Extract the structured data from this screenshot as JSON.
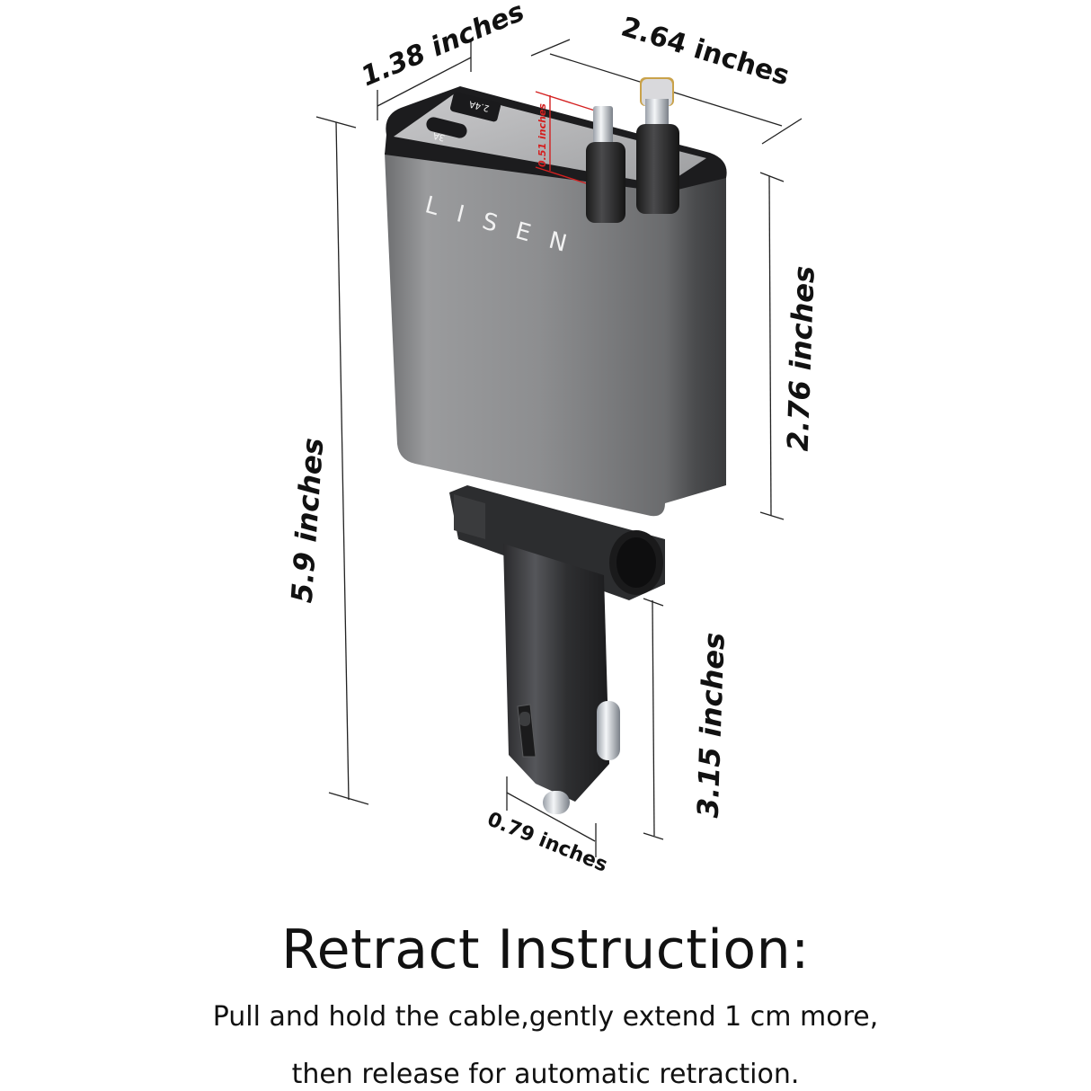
{
  "product": {
    "brand": "LISEN",
    "ports": [
      {
        "type": "USB-A",
        "label": "2.4A"
      },
      {
        "type": "USB-C",
        "label": "3A"
      }
    ],
    "cables": [
      "Lightning",
      "USB-C"
    ]
  },
  "dimensions": {
    "depth": "1.38 inches",
    "width": "2.64 inches",
    "total_height": "5.9 inches",
    "body_height": "2.76 inches",
    "plug_length": "3.15 inches",
    "plug_diameter": "0.79 inches",
    "cable_head": "0.51 inches"
  },
  "instructions": {
    "heading": "Retract Instruction:",
    "line1": "Pull and hold the cable,gently extend 1 cm more,",
    "line2": "then release for automatic retraction."
  },
  "colors": {
    "background": "#ffffff",
    "body_gray": "#8a8b8d",
    "body_dark": "#3a3b3d",
    "accent_red": "#d42020",
    "text": "#111111"
  }
}
